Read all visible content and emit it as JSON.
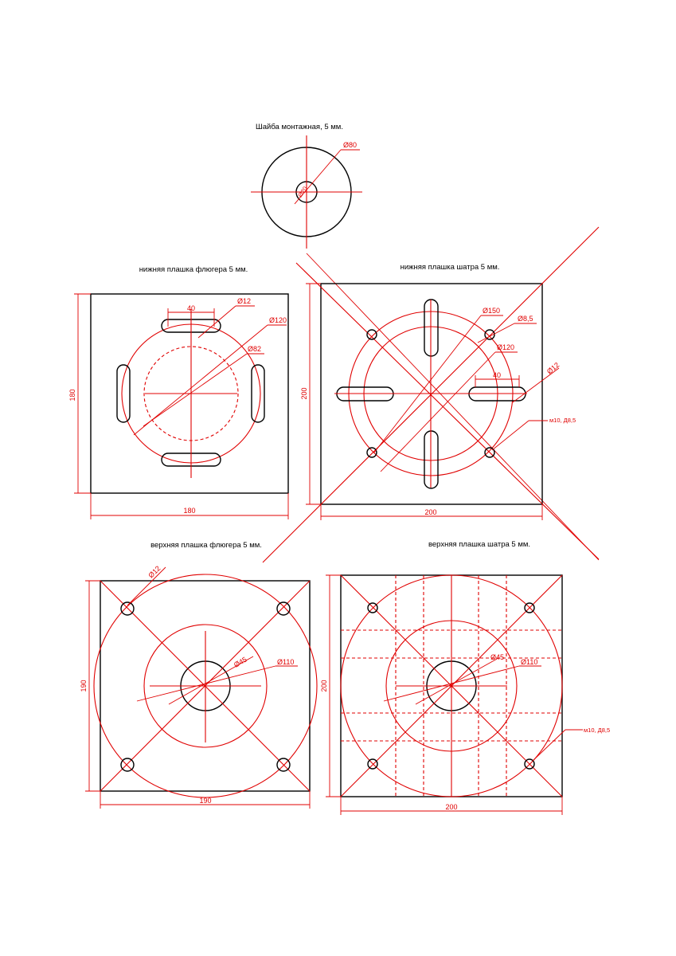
{
  "washer": {
    "title": "Шайба монтажная, 5 мм.",
    "dia_outer": "Ø80",
    "dia_inner": "Ø20"
  },
  "lower_vane_plate": {
    "title": "нижняя плашка флюгера 5 мм.",
    "slot_len": "40",
    "dia_hole": "Ø12",
    "dia_circle": "Ø120",
    "dia_dashed": "Ø82",
    "side_height": "180",
    "side_width": "180"
  },
  "lower_tent_plate": {
    "title": "нижняя плашка шатра 5 мм.",
    "dia_outer": "Ø150",
    "dia_hole": "Ø8,5",
    "dia_inner": "Ø120",
    "slot_len": "40",
    "dia_slot": "Ø12",
    "thread": "м10, Д8,5",
    "side_height": "200",
    "side_width": "200"
  },
  "upper_vane_plate": {
    "title": "верхняя плашка флюгера 5 мм.",
    "dia_hole": "Ø12",
    "dia_center": "Ø45",
    "dia_circle": "Ø110",
    "side_height": "190",
    "side_width": "190"
  },
  "upper_tent_plate": {
    "title": "верхняя плашка шатра 5 мм.",
    "dia_center": "Ø45",
    "dia_circle": "Ø110",
    "thread": "м10, Д8,5",
    "side_height": "200",
    "side_width": "200"
  }
}
